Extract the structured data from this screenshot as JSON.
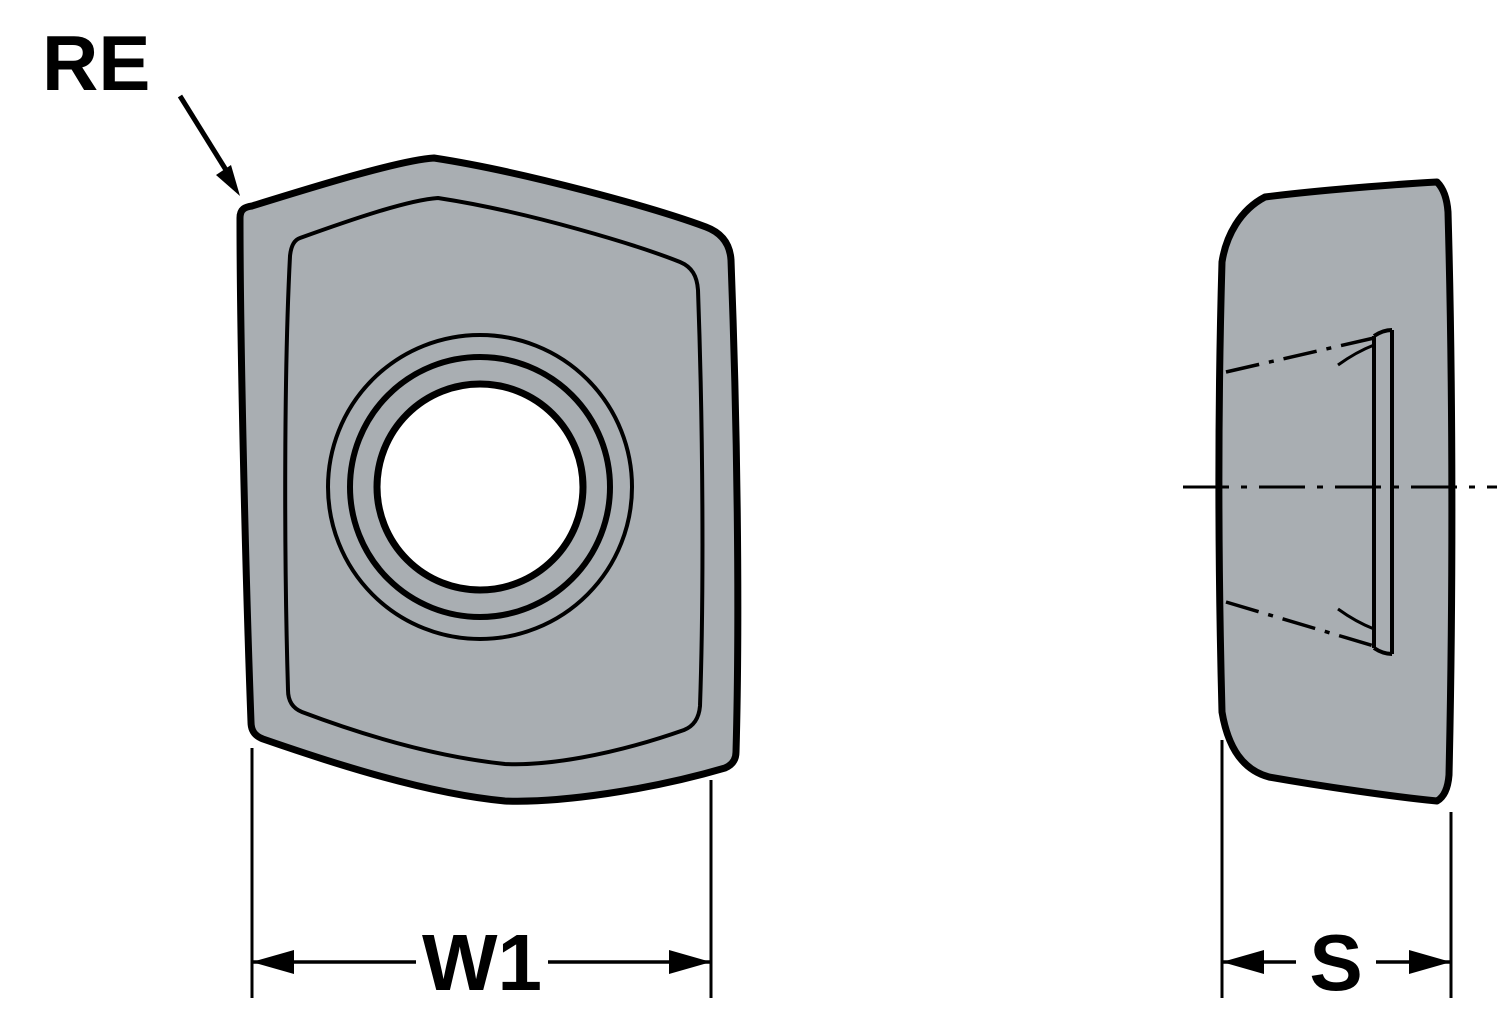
{
  "diagram": {
    "labels": {
      "corner_radius": "RE",
      "insert_width": "W1",
      "insert_thickness": "S"
    },
    "colors": {
      "insert_fill": "#A9AEB2",
      "outline": "#000000",
      "hole_fill": "#FFFFFF",
      "background": "#FFFFFF"
    }
  }
}
